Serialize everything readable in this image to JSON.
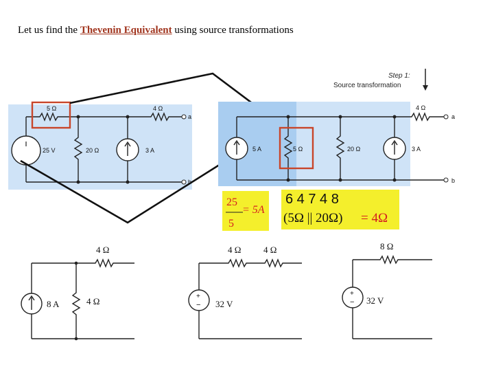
{
  "heading": {
    "prefix": "Let us find the ",
    "highlight": "Thevenin Equivalent",
    "suffix": " using source transformations"
  },
  "step": {
    "title": "Step 1:",
    "subtitle": "Source transformation"
  },
  "circuit_original": {
    "r1": "5 Ω",
    "r2": "4 Ω",
    "source": "25 V",
    "r3": "20 Ω",
    "current": "3 A",
    "node_a": "a",
    "node_b": "b"
  },
  "circuit_step1": {
    "source": "5 A",
    "r1": "5 Ω",
    "r2": "20 Ω",
    "current": "3 A",
    "r3": "4 Ω",
    "node_a": "a",
    "node_b": "b"
  },
  "calc_current": {
    "numerator": "25",
    "result": "= 5A",
    "denominator": "5"
  },
  "calc_resistance": {
    "top": "6 4 7 4 8",
    "expression": "(5Ω || 20Ω)",
    "result": "= 4Ω"
  },
  "circuit_bottom1": {
    "r_top": "4 Ω",
    "current": "8 A",
    "r_shunt": "4 Ω"
  },
  "circuit_bottom2": {
    "r1": "4 Ω",
    "r2": "4 Ω",
    "plus": "+",
    "minus": "−",
    "voltage": "32 V"
  },
  "circuit_bottom3": {
    "r1": "8 Ω",
    "plus": "+",
    "minus": "−",
    "voltage": "32 V"
  },
  "colors": {
    "panel_light": "#cfe3f7",
    "panel_dark": "#a9cdf0",
    "highlight_box": "#c8452a",
    "calc_bg": "#f4ef2c",
    "calc_red": "#d42020",
    "heading_accent": "#a0331c"
  }
}
